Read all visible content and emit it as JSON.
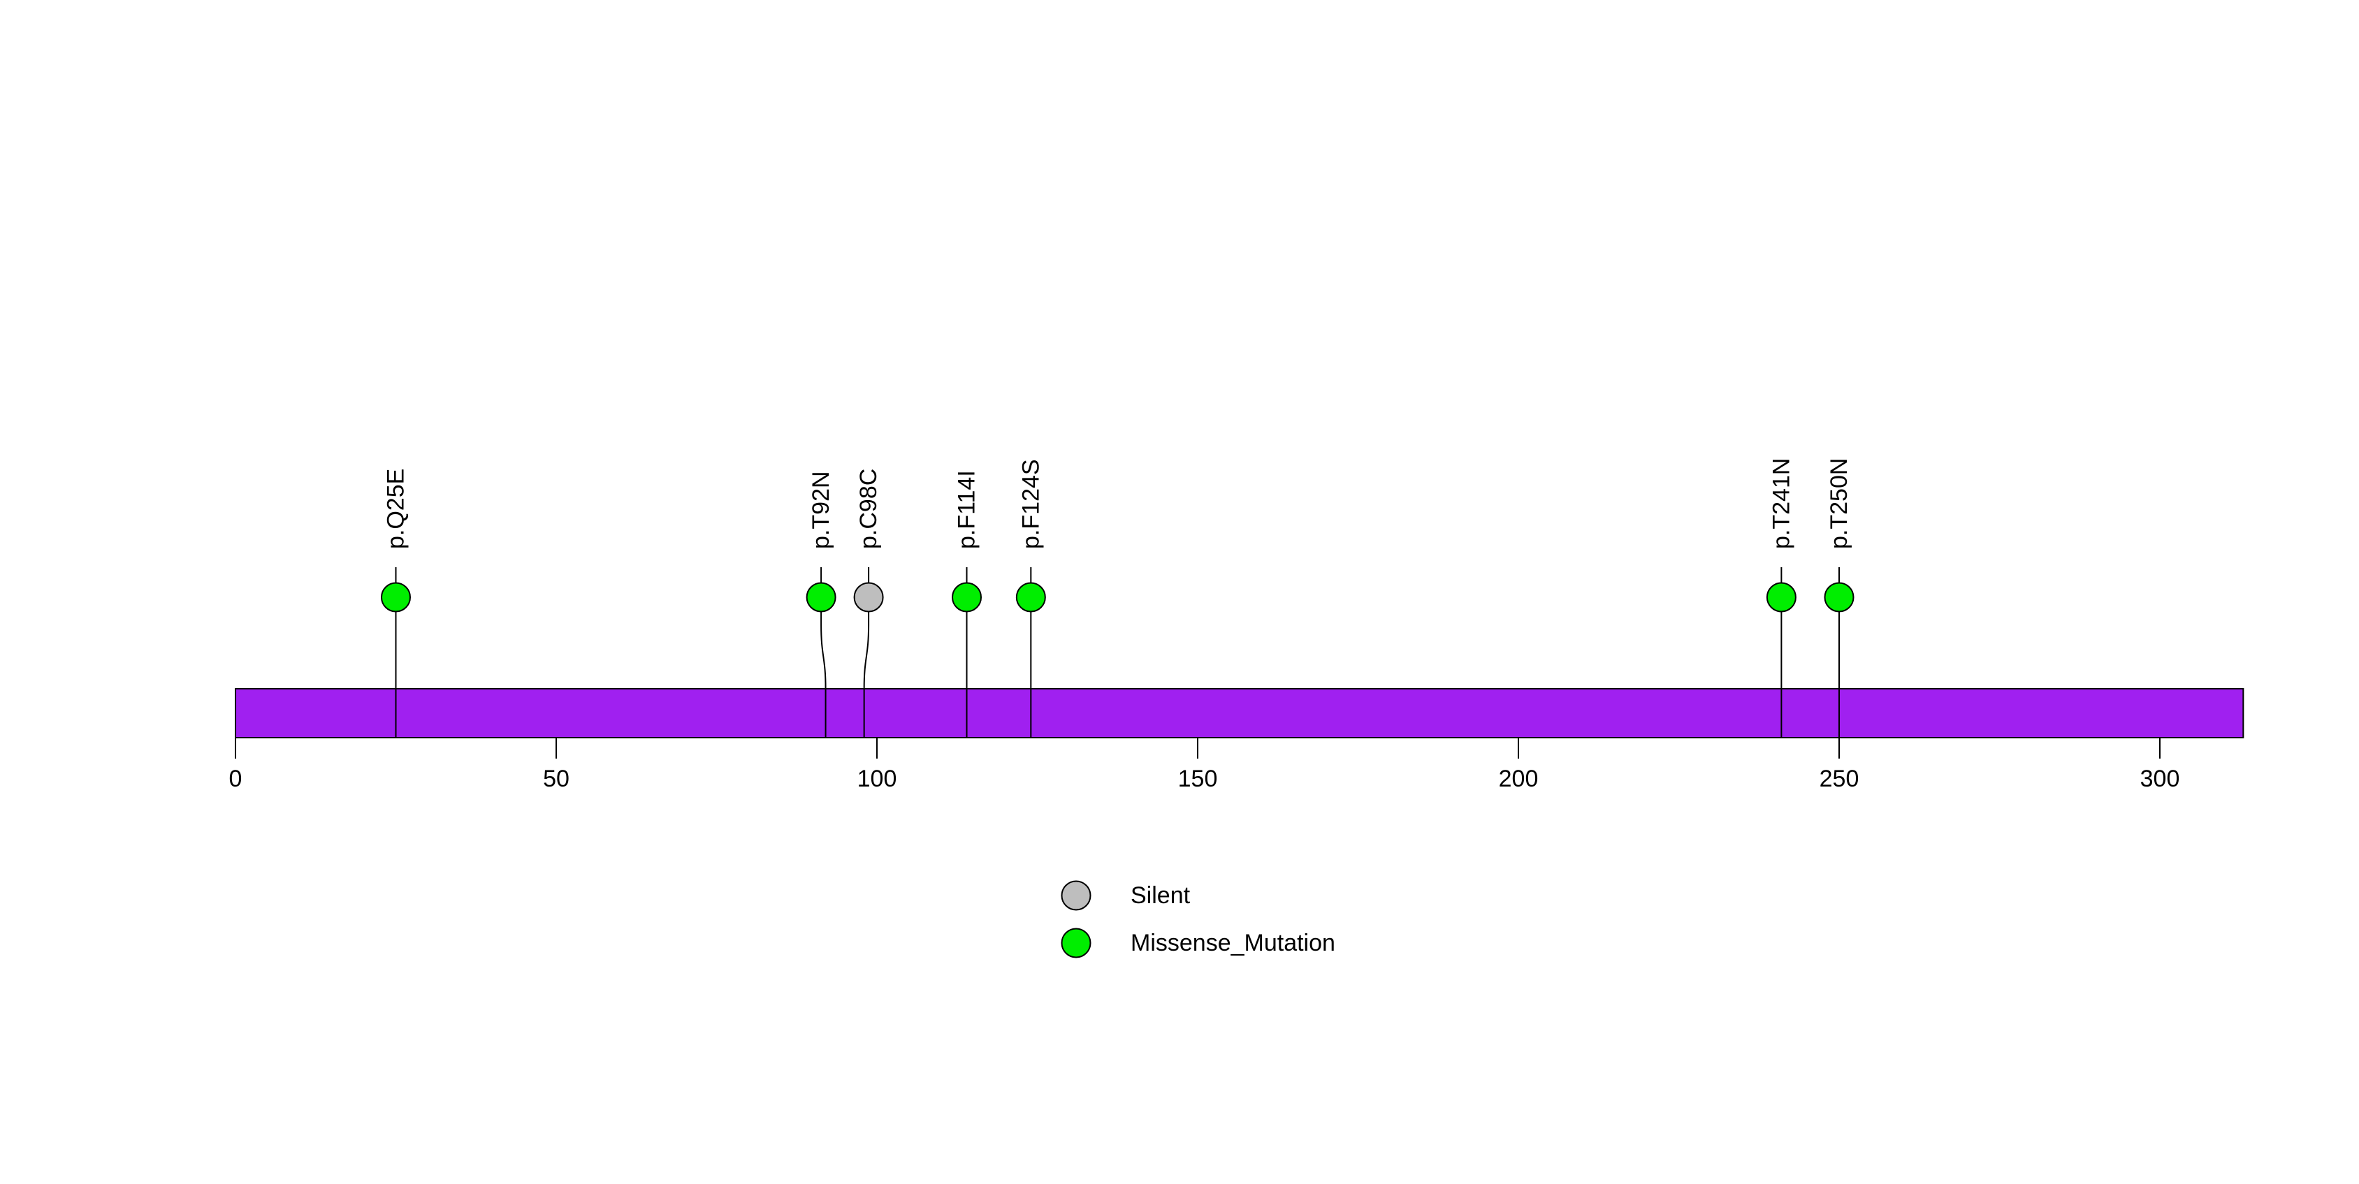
{
  "chart_data": {
    "type": "lollipop",
    "title": "",
    "xlabel": "",
    "protein_length": 313,
    "axis_ticks": [
      0,
      50,
      100,
      150,
      200,
      250,
      300
    ],
    "domain_bar": {
      "start": 0,
      "end": 313,
      "color": "#A020F0"
    },
    "mutation_types": {
      "Silent": "#BEBEBE",
      "Missense_Mutation": "#00EE00"
    },
    "mutations": [
      {
        "label": "p.Q25E",
        "position": 25,
        "type": "Missense_Mutation"
      },
      {
        "label": "p.T92N",
        "position": 92,
        "type": "Missense_Mutation"
      },
      {
        "label": "p.C98C",
        "position": 98,
        "type": "Silent"
      },
      {
        "label": "p.F114I",
        "position": 114,
        "type": "Missense_Mutation"
      },
      {
        "label": "p.F124S",
        "position": 124,
        "type": "Missense_Mutation"
      },
      {
        "label": "p.T241N",
        "position": 241,
        "type": "Missense_Mutation"
      },
      {
        "label": "p.T250N",
        "position": 250,
        "type": "Missense_Mutation"
      }
    ],
    "legend": {
      "position": "bottom-center",
      "items": [
        {
          "label": "Silent",
          "color": "#BEBEBE"
        },
        {
          "label": "Missense_Mutation",
          "color": "#00EE00"
        }
      ]
    }
  }
}
